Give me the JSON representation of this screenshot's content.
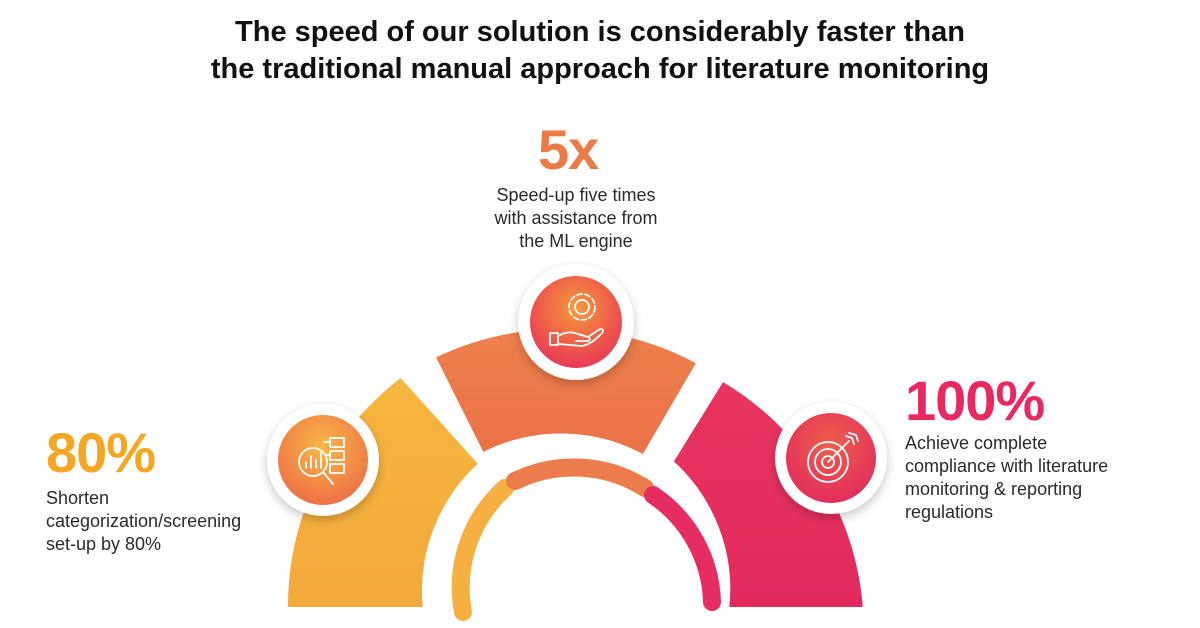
{
  "title": {
    "line1": "The speed of our solution is considerably faster than",
    "line2": "the traditional manual approach for literature monitoring"
  },
  "stats": {
    "left": {
      "value": "80%",
      "desc": [
        "Shorten",
        "categorization/screening",
        "set-up by 80%"
      ],
      "color": "#F5A623",
      "icon": "data-analysis-icon"
    },
    "center": {
      "value": "5x",
      "desc": [
        "Speed-up five times",
        "with assistance from",
        "the ML engine"
      ],
      "color": "#EB7A45",
      "icon": "gear-hand-icon"
    },
    "right": {
      "value": "100%",
      "desc": [
        "Achieve complete",
        "compliance with literature",
        "monitoring & reporting",
        "regulations"
      ],
      "color": "#E8285F",
      "icon": "target-icon"
    }
  },
  "colors": {
    "yellow": "#F5B041",
    "orange": "#EC7C4C",
    "pink": "#E62E62"
  }
}
